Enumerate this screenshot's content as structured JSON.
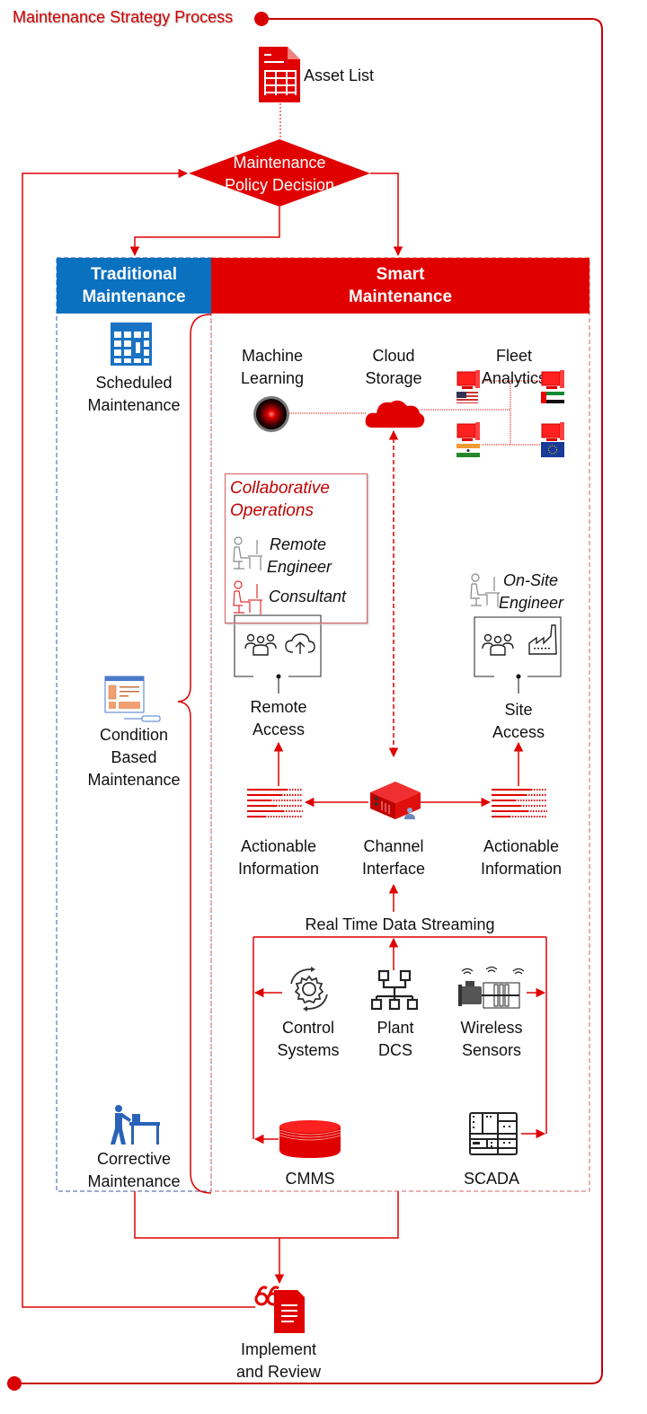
{
  "title": "Maintenance Strategy Process",
  "colors": {
    "accent_red": "#e00000",
    "traditional_blue": "#0a70c0"
  },
  "top": {
    "asset_list": {
      "label": "Asset List",
      "icon": "spreadsheet-document-icon"
    },
    "decision": {
      "line1": "Maintenance",
      "line2": "Policy Decision"
    }
  },
  "traditional": {
    "header": {
      "line1": "Traditional",
      "line2": "Maintenance"
    },
    "items": [
      {
        "line1": "Scheduled",
        "line2": "Maintenance",
        "line3": "",
        "icon": "calendar-icon"
      },
      {
        "line1": "Condition",
        "line2": "Based",
        "line3": "Maintenance",
        "icon": "monitoring-window-icon"
      },
      {
        "line1": "Corrective",
        "line2": "Maintenance",
        "line3": "",
        "icon": "worker-icon"
      }
    ]
  },
  "smart": {
    "header": {
      "line1": "Smart",
      "line2": "Maintenance"
    },
    "machine_learning": {
      "line1": "Machine",
      "line2": "Learning"
    },
    "cloud_storage": {
      "line1": "Cloud",
      "line2": "Storage"
    },
    "fleet_analytics": {
      "line1": "Fleet",
      "line2": "Analytics",
      "sites": [
        "USA",
        "UAE",
        "India",
        "EU"
      ]
    },
    "collaborative": {
      "title1": "Collaborative",
      "title2": "Operations",
      "remote_engineer1": "Remote",
      "remote_engineer2": "Engineer",
      "consultant": "Consultant"
    },
    "onsite": {
      "line1": "On-Site",
      "line2": "Engineer"
    },
    "remote_access": {
      "line1": "Remote",
      "line2": "Access"
    },
    "site_access": {
      "line1": "Site",
      "line2": "Access"
    },
    "actionable_left": {
      "line1": "Actionable",
      "line2": "Information"
    },
    "channel_interface": {
      "line1": "Channel",
      "line2": "Interface"
    },
    "actionable_right": {
      "line1": "Actionable",
      "line2": "Information"
    },
    "streaming": "Real Time Data Streaming",
    "control_systems": {
      "line1": "Control",
      "line2": "Systems"
    },
    "plant_dcs": {
      "line1": "Plant",
      "line2": "DCS"
    },
    "wireless_sensors": {
      "line1": "Wireless",
      "line2": "Sensors"
    },
    "cmms": "CMMS",
    "scada": "SCADA"
  },
  "bottom": {
    "line1": "Implement",
    "line2": "and Review"
  }
}
